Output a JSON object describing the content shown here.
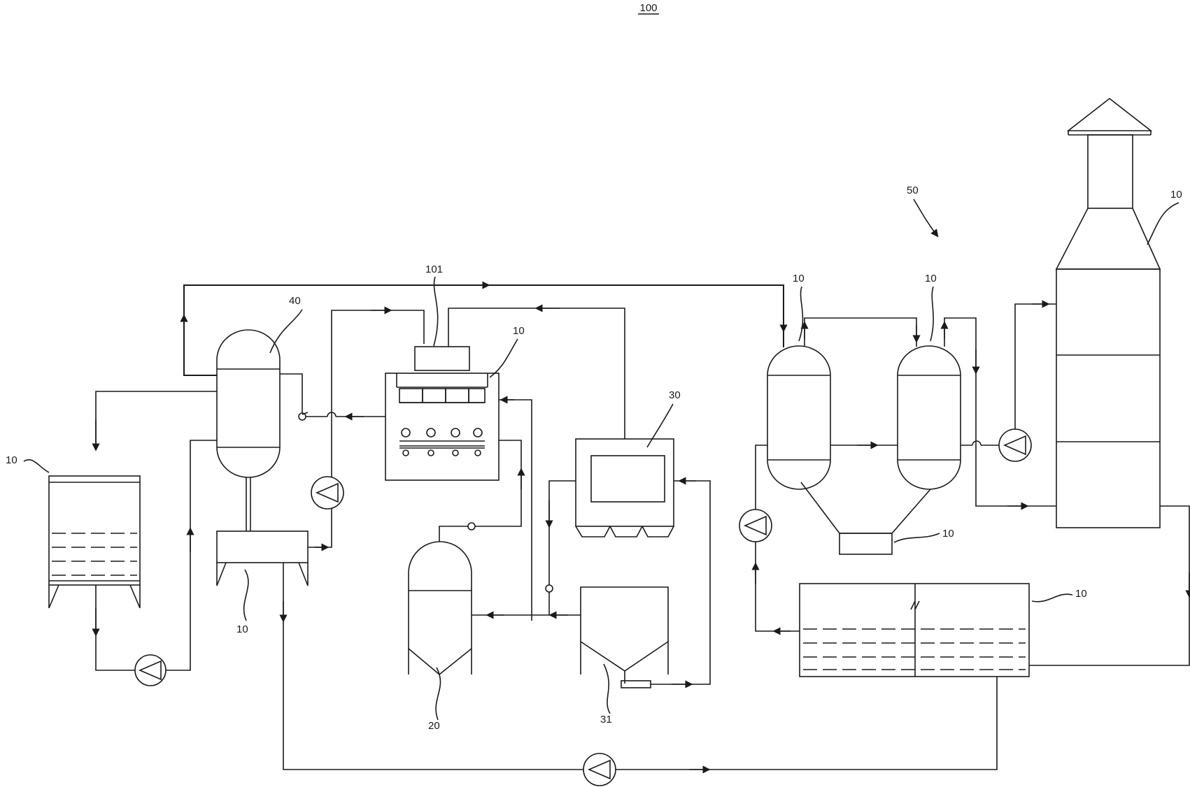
{
  "figure_label": "100",
  "labels": {
    "system_50": "50",
    "unit_40": "40",
    "unit_101": "101",
    "unit_30": "30",
    "unit_20": "20",
    "unit_31": "31",
    "tank_left": "10",
    "base_left": "10",
    "furnace": "10",
    "absorber_1": "10",
    "absorber_2": "10",
    "collector_box": "10",
    "water_tank": "10",
    "stack": "10"
  }
}
